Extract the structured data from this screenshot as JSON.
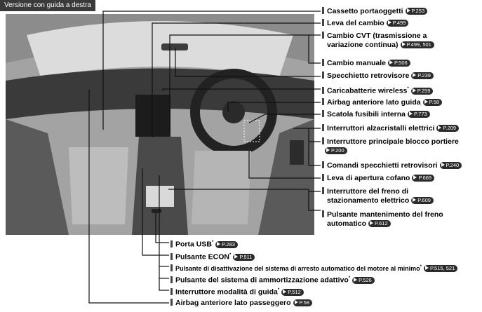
{
  "header_tag": "Versione con guida a destra",
  "labels": [
    {
      "text": "Cassetto portaoggetti",
      "page": "P.253"
    },
    {
      "text": "Leva del cambio",
      "page": "P.499"
    },
    {
      "text": "Cambio CVT (trasmissione a",
      "text2": "variazione continua)",
      "page": "P.499, 501"
    },
    {
      "text": "Cambio manuale",
      "page": "P.506"
    },
    {
      "text": "Specchietto retrovisore",
      "page": "P.239"
    },
    {
      "text": "Caricabatterie wireless",
      "sup": "*",
      "page": "P.259"
    },
    {
      "text": "Airbag anteriore lato guida",
      "page": "P.58"
    },
    {
      "text": "Scatola fusibili interna",
      "page": "P.773"
    },
    {
      "text": "Interruttori alzacristalli elettrici",
      "page": "P.209"
    },
    {
      "text": "Interruttore principale blocco portiere",
      "page": "P.200"
    },
    {
      "text": "Comandi specchietti retrovisori",
      "page": "P.240"
    },
    {
      "text": "Leva di apertura cofano",
      "page": "P.669"
    },
    {
      "text": "Interruttore del freno di",
      "text2": "stazionamento elettrico",
      "page": "P.609"
    },
    {
      "text": "Pulsante mantenimento del freno",
      "text2": "automatico",
      "page": "P.612"
    },
    {
      "text": "Porta USB",
      "sup": "*",
      "page": "P.283"
    },
    {
      "text": "Pulsante ECON",
      "sup": "*",
      "page": "P.511"
    },
    {
      "text": "Pulsante di disattivazione del sistema di arresto automatico del motore al minimo",
      "sup": "*",
      "page": "P.515, 521"
    },
    {
      "text": "Pulsante del sistema di ammortizzazione adattivo",
      "sup": "*",
      "page": "P.526"
    },
    {
      "text": "Interruttore modalità di guida",
      "sup": "*",
      "page": "P.512"
    },
    {
      "text": "Airbag anteriore lato passeggero",
      "page": "P.58"
    }
  ]
}
